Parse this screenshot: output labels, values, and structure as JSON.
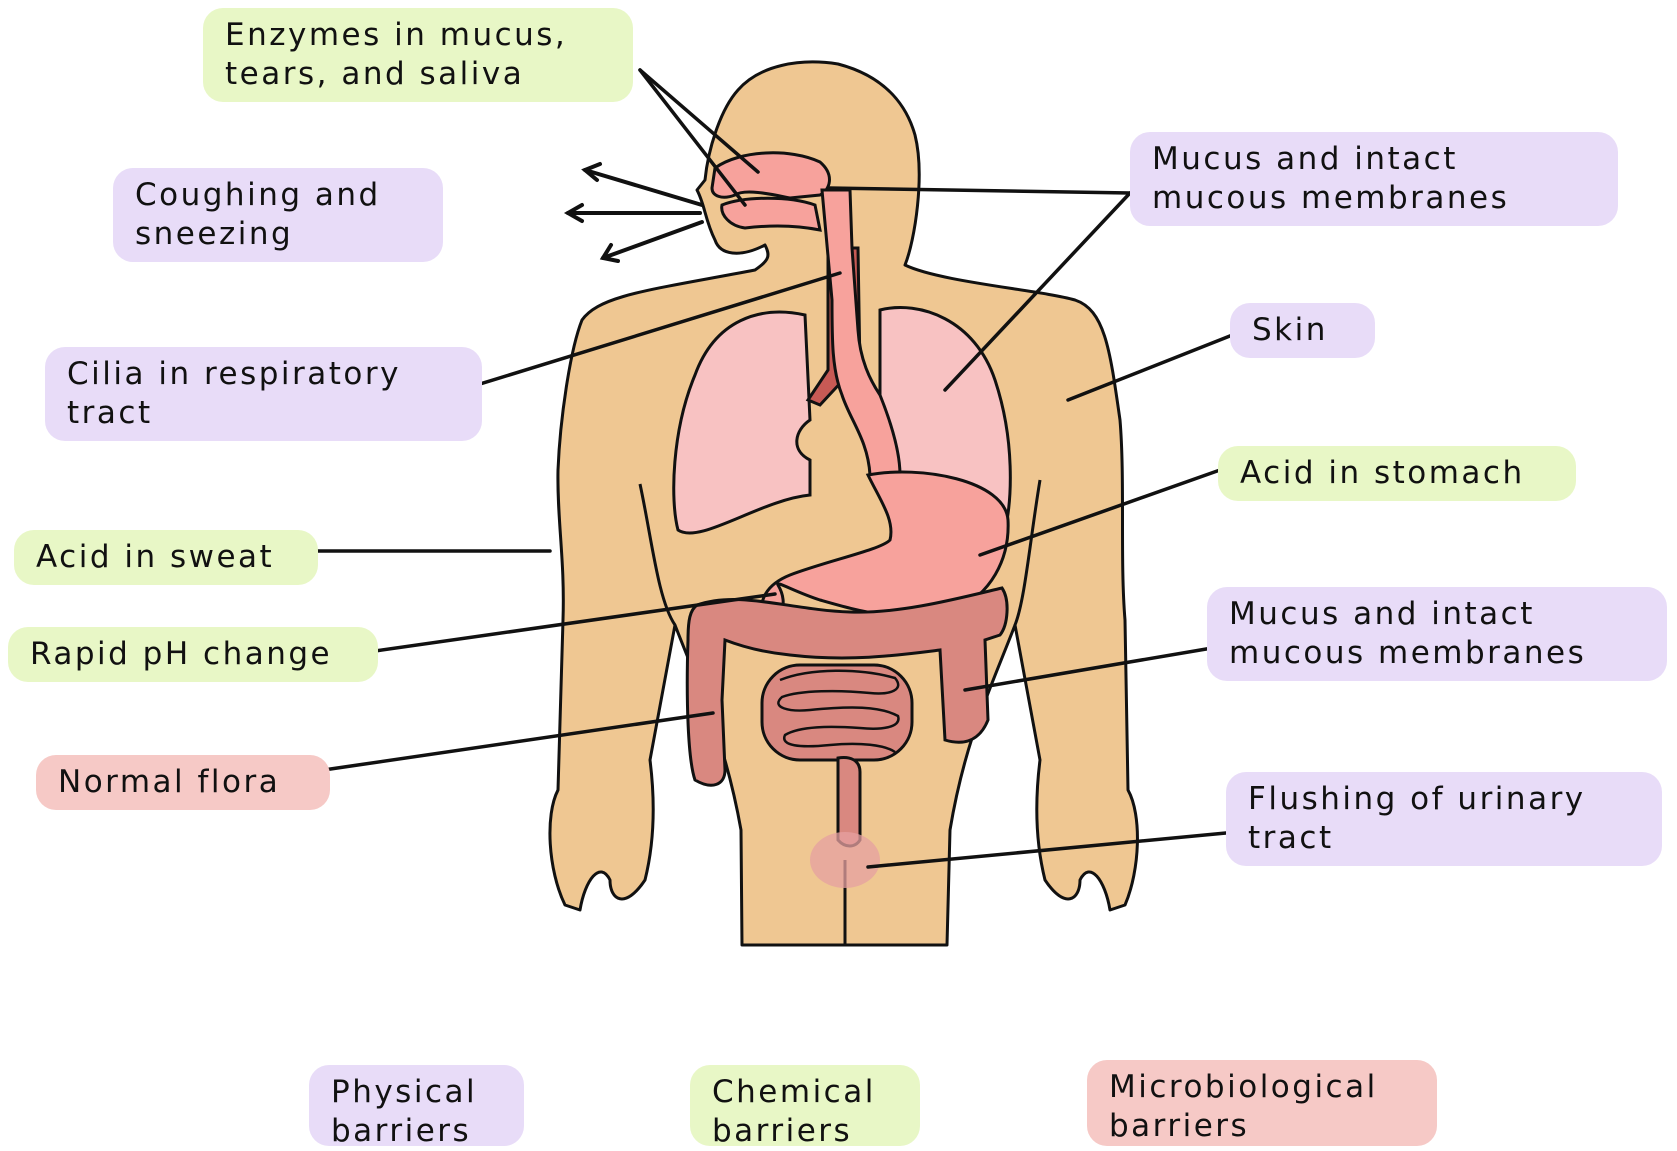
{
  "colors": {
    "physical": "#e8dcf8",
    "chemical": "#e8f7c6",
    "microbiological": "#f6c9c6",
    "skin": "#efc792",
    "lungs": "#f8c2c2",
    "stomach": "#f7a29c",
    "intestine": "#d98880",
    "trachea": "#c85a55",
    "outline": "#111111"
  },
  "labels": {
    "enzymes": "Enzymes in mucus,\ntears, and saliva",
    "coughing": "Coughing and\nsneezing",
    "cilia": "Cilia in respiratory\ntract",
    "acid_sweat": "Acid in sweat",
    "rapid_ph": "Rapid pH change",
    "normal_flora": "Normal flora",
    "mucus_upper": "Mucus and intact\nmucous membranes",
    "skin": "Skin",
    "acid_stomach": "Acid in stomach",
    "mucus_lower": "Mucus and intact\nmucous membranes",
    "flushing": "Flushing of urinary\ntract"
  },
  "legend": {
    "physical": "Physical\nbarriers",
    "chemical": "Chemical\nbarriers",
    "microbiological": "Microbiological\nbarriers"
  }
}
